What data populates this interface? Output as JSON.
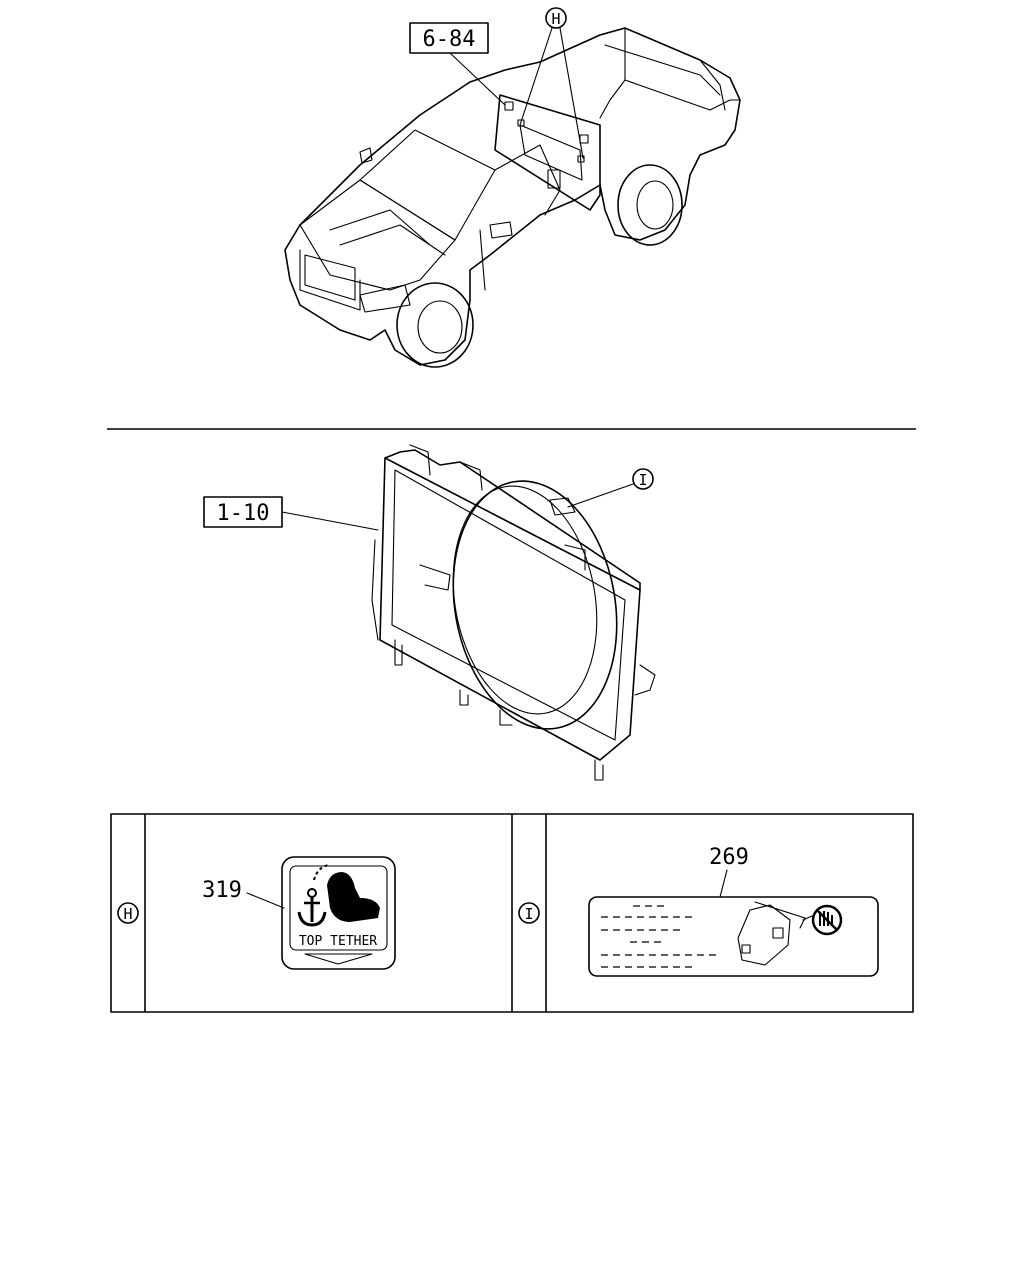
{
  "callouts": {
    "vehicle_ref": "6-84",
    "vehicle_marker": "H",
    "shroud_ref": "1-10",
    "shroud_marker": "I"
  },
  "detail_panels": [
    {
      "marker": "H",
      "part_number": "319",
      "label_text": "TOP TETHER"
    },
    {
      "marker": "I",
      "part_number": "269"
    }
  ],
  "icons": [
    "anchor-icon",
    "child-seat-icon",
    "hand-prohibited-icon",
    "fan-motor-icon"
  ]
}
